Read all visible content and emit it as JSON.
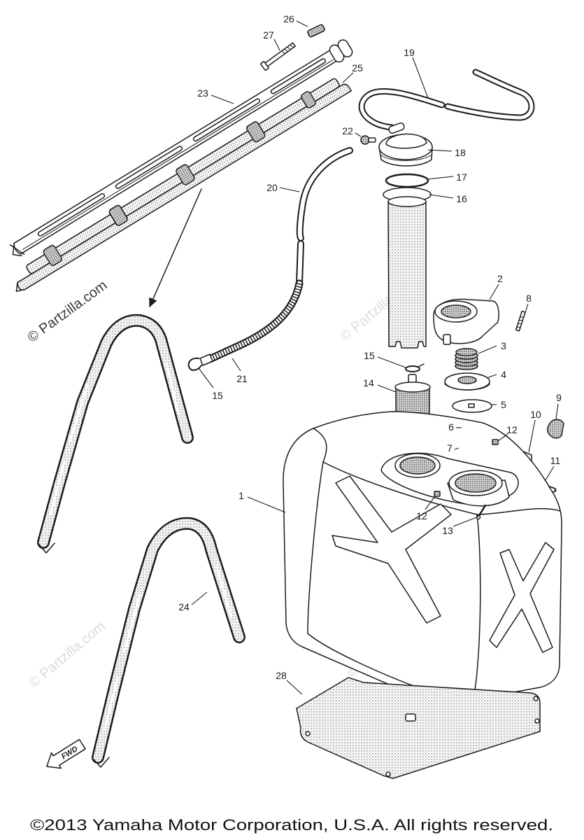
{
  "diagram": {
    "callouts": [
      "26",
      "27",
      "23",
      "25",
      "19",
      "22",
      "18",
      "17",
      "16",
      "20",
      "2",
      "8",
      "3",
      "15",
      "4",
      "14",
      "5",
      "21",
      "15",
      "6",
      "9",
      "10",
      "12",
      "7",
      "11",
      "1",
      "12",
      "13",
      "24",
      "28"
    ],
    "fwd_label": "FWD",
    "watermark": "© Partzilla.com"
  },
  "footer": {
    "copyright": "©2013 Yamaha Motor Corporation, U.S.A. All rights reserved."
  }
}
